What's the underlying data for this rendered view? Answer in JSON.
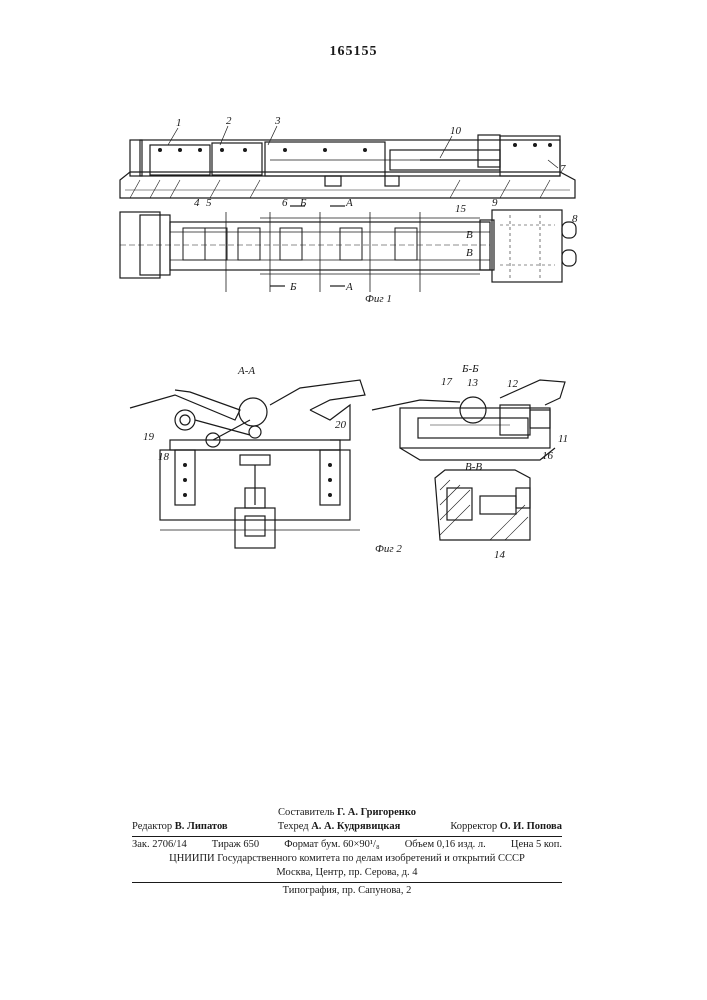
{
  "patent_number": "165155",
  "figure1": {
    "caption": "Фиг 1",
    "labels": [
      "1",
      "2",
      "3",
      "10",
      "7",
      "4",
      "5",
      "6",
      "А",
      "15",
      "9",
      "8",
      "Б",
      "Б",
      "А",
      "В",
      "В"
    ]
  },
  "figure2": {
    "caption": "Фиг 2",
    "section_aa": "А-А",
    "section_bb": "Б-Б",
    "section_vv": "В-В",
    "labels": [
      "19",
      "18",
      "20",
      "17",
      "13",
      "12",
      "11",
      "16",
      "14"
    ]
  },
  "colophon": {
    "compiler_label": "Составитель",
    "compiler": "Г. А. Григоренко",
    "editor_label": "Редактор",
    "editor": "В. Липатов",
    "techred_label": "Техред",
    "techred": "А. А. Кудрявицкая",
    "corrector_label": "Корректор",
    "corrector": "О. И. Попова",
    "order": "Зак. 2706/14",
    "circulation": "Тираж 650",
    "format": "Формат бум. 60×90¹/₈",
    "volume": "Объем 0,16 изд. л.",
    "price": "Цена 5 коп.",
    "institute": "ЦНИИПИ Государственного комитета по делам изобретений и открытий СССР",
    "address": "Москва, Центр, пр. Серова, д. 4",
    "printer": "Типография, пр. Сапунова, 2"
  }
}
